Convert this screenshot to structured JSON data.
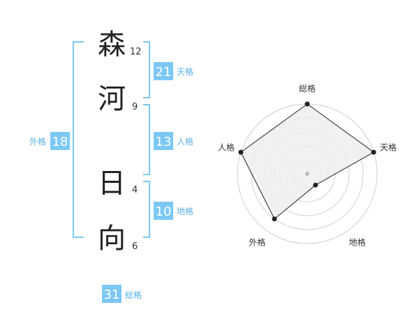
{
  "colors": {
    "accent": "#7cc8f4",
    "label": "#5ab1e6",
    "radar_fill": "#eeeeee",
    "radar_line": "#222222",
    "grid": "#cfcfcf"
  },
  "name": {
    "characters": [
      {
        "char": "森",
        "strokes": "12"
      },
      {
        "char": "河",
        "strokes": "9"
      },
      {
        "char": "日",
        "strokes": "4"
      },
      {
        "char": "向",
        "strokes": "6"
      }
    ]
  },
  "grades": {
    "tenkaku": {
      "value": "21",
      "label": "天格"
    },
    "jinkaku": {
      "value": "13",
      "label": "人格"
    },
    "chikaku": {
      "value": "10",
      "label": "地格"
    },
    "gaikaku": {
      "value": "18",
      "label": "外格"
    },
    "soukaku": {
      "value": "31",
      "label": "総格"
    }
  },
  "chart_data": {
    "type": "radar",
    "axes": [
      "総格",
      "天格",
      "地格",
      "外格",
      "人格"
    ],
    "levels": 5,
    "max": 5,
    "values": [
      5,
      5,
      1,
      4,
      5
    ]
  }
}
